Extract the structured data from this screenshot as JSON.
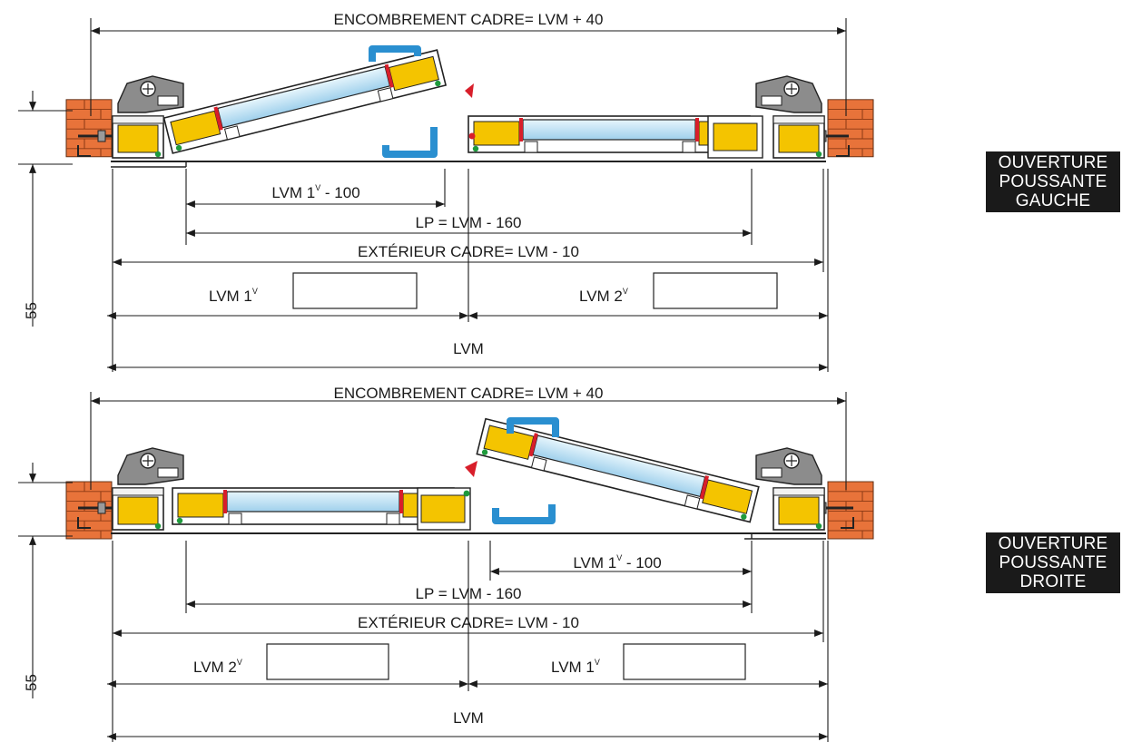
{
  "upper": {
    "overall": "ENCOMBREMENT CADRE= LVM + 40",
    "sash": "LVM 1",
    "sash_sup": "V",
    "sash_tail": " - 100",
    "lp": "LP = LVM - 160",
    "exterior": "EXTÉRIEUR CADRE= LVM - 10",
    "leaf_left": "LVM 1",
    "leaf_left_sup": "V",
    "leaf_right": "LVM 2",
    "leaf_right_sup": "V",
    "lvm": "LVM",
    "height": "55"
  },
  "lower": {
    "overall": "ENCOMBREMENT CADRE= LVM + 40",
    "sash": "LVM 1",
    "sash_sup": "V",
    "sash_tail": " - 100",
    "lp": "LP = LVM - 160",
    "exterior": "EXTÉRIEUR CADRE= LVM - 10",
    "leaf_left": "LVM 2",
    "leaf_left_sup": "V",
    "leaf_right": "LVM 1",
    "leaf_right_sup": "V",
    "lvm": "LVM",
    "height": "55"
  },
  "badges": {
    "upper": [
      "OUVERTURE",
      "POUSSANTE",
      "GAUCHE"
    ],
    "lower": [
      "OUVERTURE",
      "POUSSANTE",
      "DROITE"
    ]
  },
  "colors": {
    "brick": "#e8733a",
    "profile_fill": "#f4c400",
    "glass": "#bfe2f4",
    "gasket": "#d81e2a",
    "seal": "#1e9a3c",
    "handle": "#2a8fd0",
    "hinge": "#8c8c8c"
  }
}
